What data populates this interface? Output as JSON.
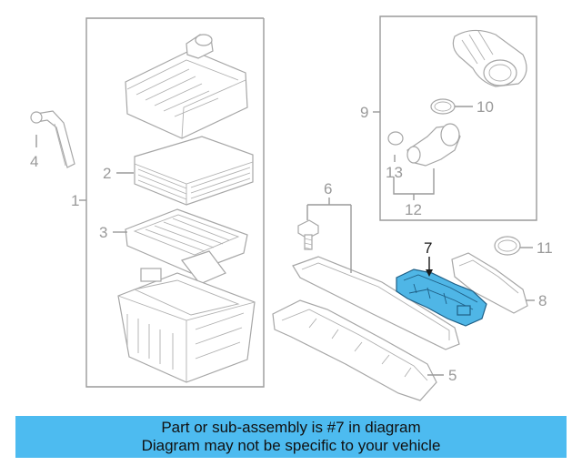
{
  "diagram": {
    "callouts": [
      {
        "id": "c1",
        "label": "1"
      },
      {
        "id": "c2",
        "label": "2"
      },
      {
        "id": "c3",
        "label": "3"
      },
      {
        "id": "c4",
        "label": "4"
      },
      {
        "id": "c5",
        "label": "5"
      },
      {
        "id": "c6",
        "label": "6"
      },
      {
        "id": "c7",
        "label": "7"
      },
      {
        "id": "c8",
        "label": "8"
      },
      {
        "id": "c9",
        "label": "9"
      },
      {
        "id": "c10",
        "label": "10"
      },
      {
        "id": "c11",
        "label": "11"
      },
      {
        "id": "c12",
        "label": "12"
      },
      {
        "id": "c13",
        "label": "13"
      }
    ],
    "highlight_color": "#4fb6e6",
    "line_color": "#9a9a9a"
  },
  "banner": {
    "line1": "Part or sub-assembly is #7 in diagram",
    "line2": "Diagram may not be specific to your vehicle",
    "background": "#4dbbf0"
  }
}
